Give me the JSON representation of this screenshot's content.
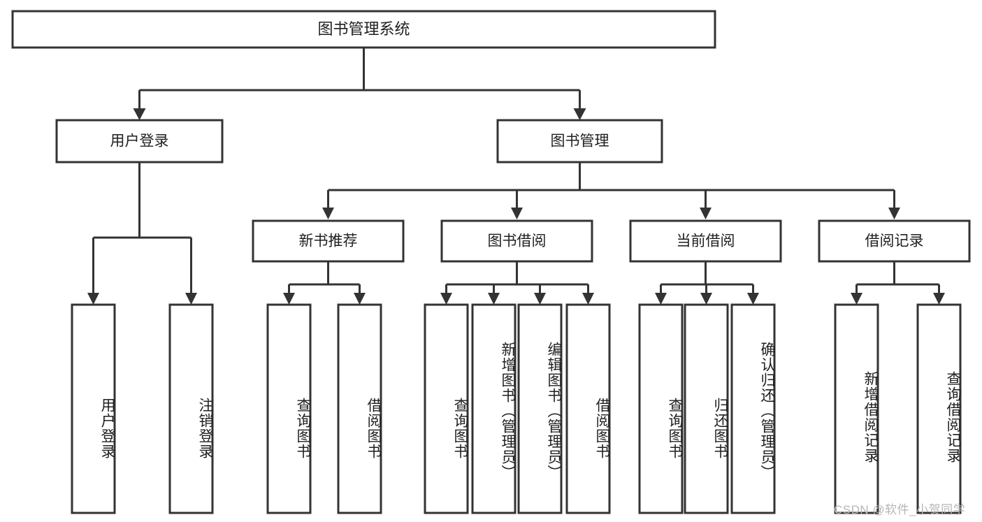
{
  "diagram": {
    "title": "图书管理系统",
    "type": "hierarchy-tree",
    "watermark": "CSDN @软件_小贺同学",
    "colors": {
      "stroke": "#333333",
      "fill": "#ffffff",
      "text": "#1f1f1f",
      "watermark": "#b6b6b6",
      "background": "#ffffff"
    },
    "root": {
      "label": "图书管理系统"
    },
    "level2": [
      {
        "label": "用户登录"
      },
      {
        "label": "图书管理"
      }
    ],
    "level3": [
      {
        "label": "新书推荐"
      },
      {
        "label": "图书借阅"
      },
      {
        "label": "当前借阅"
      },
      {
        "label": "借阅记录"
      }
    ],
    "leaves": {
      "user_login": [
        {
          "label": "用户登录"
        },
        {
          "label": "注销登录"
        }
      ],
      "new_book_recommend": [
        {
          "label": "查询图书"
        },
        {
          "label": "借阅图书"
        }
      ],
      "book_borrow": [
        {
          "label": "查询图书"
        },
        {
          "label": "新增图书（管理员）"
        },
        {
          "label": "编辑图书（管理员）"
        },
        {
          "label": "借阅图书"
        }
      ],
      "current_borrow": [
        {
          "label": "查询图书"
        },
        {
          "label": "归还图书"
        },
        {
          "label": "确认归还（管理员）"
        }
      ],
      "borrow_records": [
        {
          "label": "新增借阅记录"
        },
        {
          "label": "查询借阅记录"
        }
      ]
    }
  }
}
